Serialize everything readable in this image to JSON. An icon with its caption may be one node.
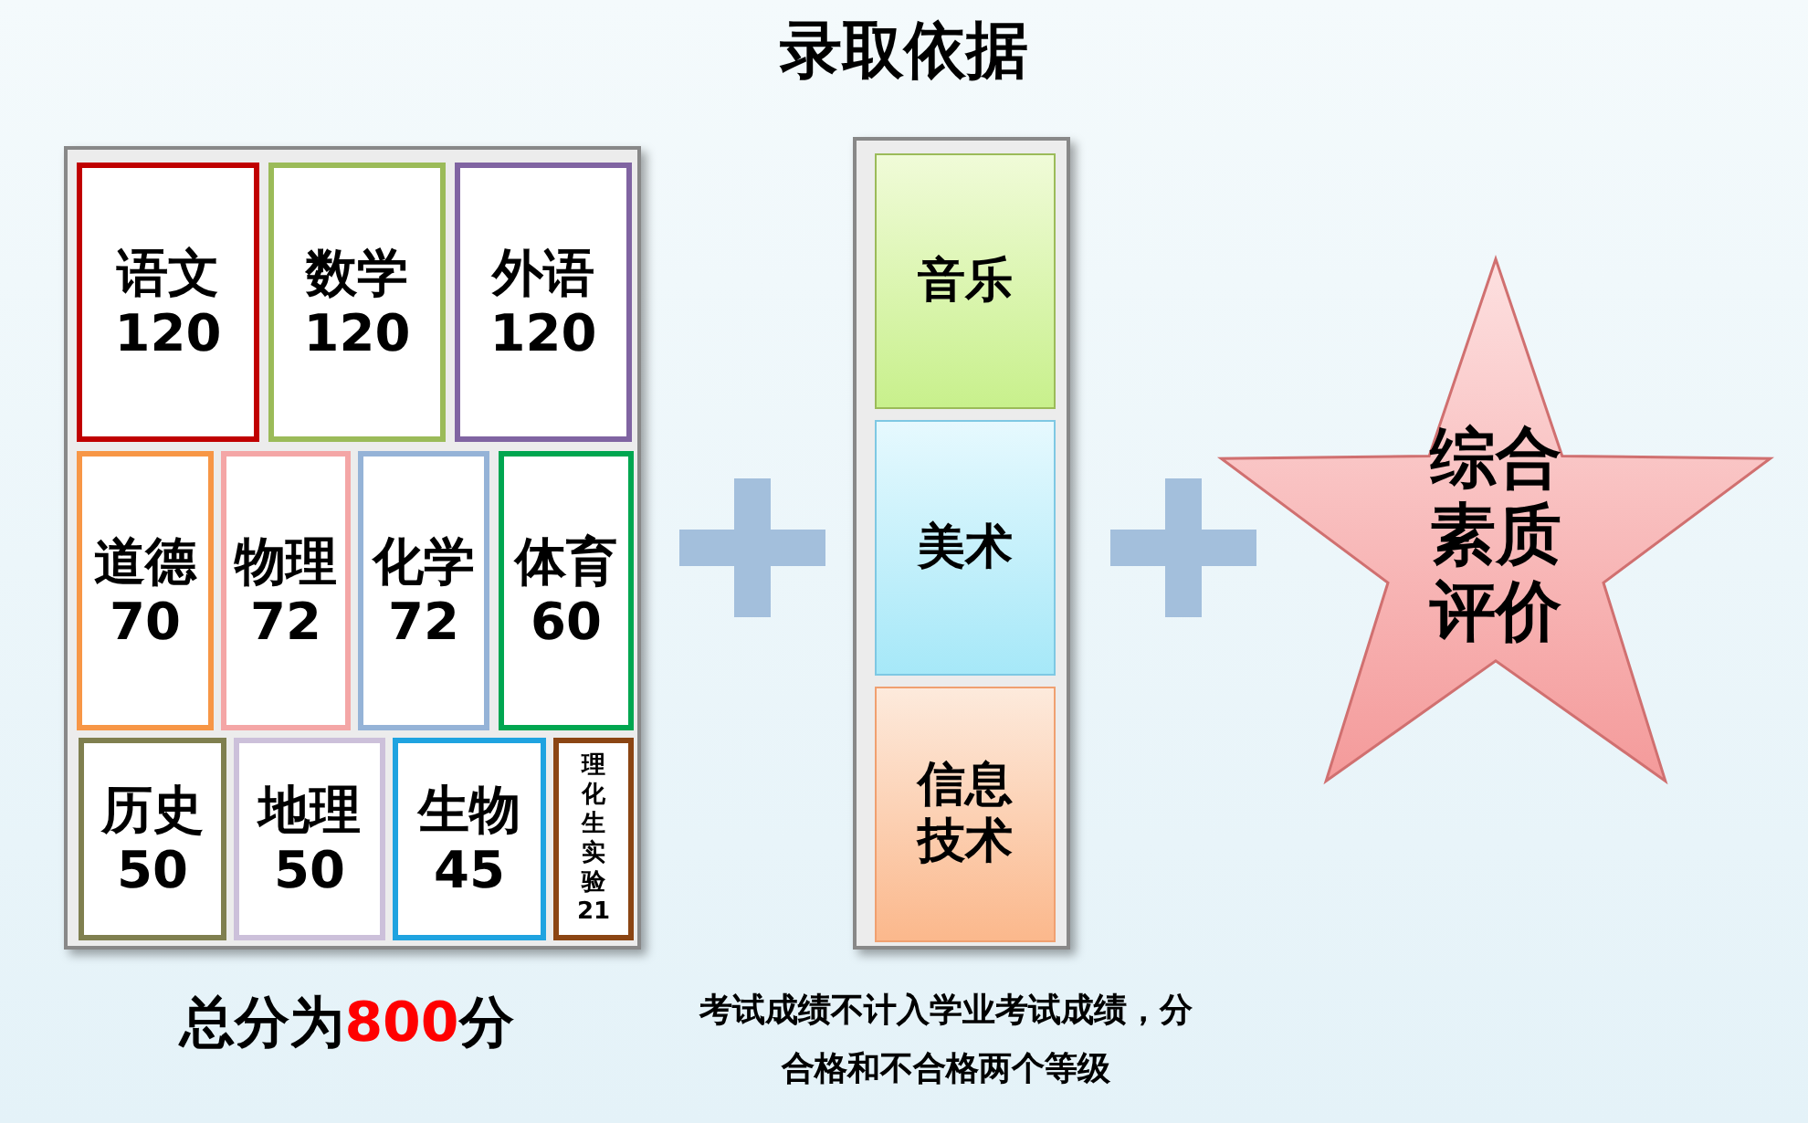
{
  "diagram": {
    "title": "录取依据",
    "nodes": [
      {
        "text": [],
        "shape": "box"
      },
      {
        "text": [
          "语文",
          "120"
        ],
        "in": 0
      },
      {
        "text": [
          "数学",
          "120"
        ],
        "in": 0
      },
      {
        "text": [
          "外语",
          "120"
        ],
        "in": 0
      },
      {
        "text": [
          "道德",
          "70"
        ],
        "in": 0
      },
      {
        "text": [
          "物理",
          "72"
        ],
        "in": 0
      },
      {
        "text": [
          "化学",
          "72"
        ],
        "in": 0
      },
      {
        "text": [
          "体育",
          "60"
        ],
        "in": 0
      },
      {
        "text": [
          "历史",
          "50"
        ],
        "in": 0
      },
      {
        "text": [
          "地理",
          "50"
        ],
        "in": 0
      },
      {
        "text": [
          "生物",
          "45"
        ],
        "in": 0
      },
      {
        "text": [
          "理化生实验",
          "21"
        ],
        "in": 0
      },
      {
        "text": [],
        "shape": "box"
      },
      {
        "text": [
          "音乐"
        ],
        "in": 12
      },
      {
        "text": [
          "美术"
        ],
        "in": 12
      },
      {
        "text": [
          "信息技术"
        ],
        "in": 12
      },
      {
        "text": [
          "综合素质评价"
        ]
      }
    ],
    "edges": [],
    "labels": [
      "总分为**800**分",
      "考试成绩不计入学业考试成绩，分合格和不合格两个等级"
    ]
  }
}
